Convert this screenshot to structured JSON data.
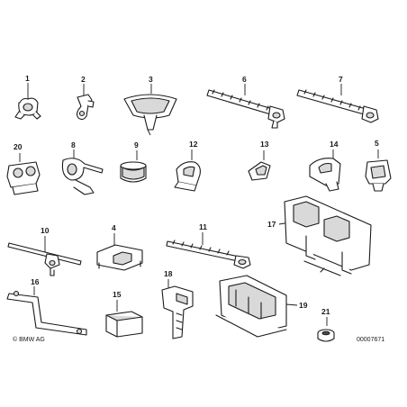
{
  "callouts": {
    "p1": "1",
    "p2": "2",
    "p3": "3",
    "p4": "4",
    "p5": "5",
    "p6": "6",
    "p7": "7",
    "p8": "8",
    "p9": "9",
    "p10": "10",
    "p11": "11",
    "p12": "12",
    "p13": "13",
    "p14": "14",
    "p15": "15",
    "p16": "16",
    "p17": "17",
    "p18": "18",
    "p19": "19",
    "p20": "20",
    "p21": "21"
  },
  "footer": {
    "copyright": "© BMW AG",
    "diagram_id": "00007671"
  }
}
